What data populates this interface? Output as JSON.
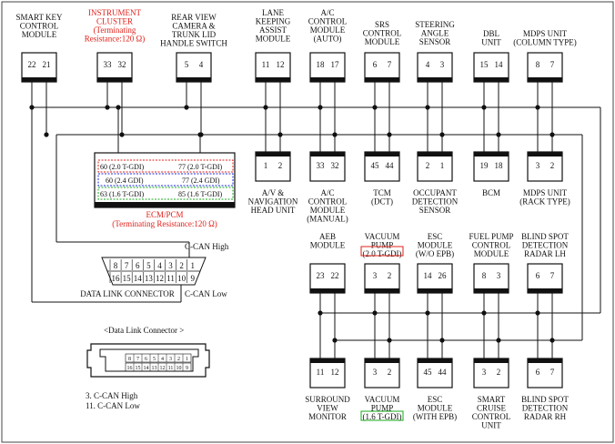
{
  "top_modules": [
    {
      "label_lines": [
        "SMART KEY",
        "CONTROL",
        "MODULE"
      ],
      "pins": [
        "22",
        "21"
      ]
    },
    {
      "label_lines": [
        "INSTRUMENT",
        "CLUSTER",
        "(Terminating",
        "Resistance:120  Ω)"
      ],
      "pins": [
        "33",
        "32"
      ]
    },
    {
      "label_lines": [
        "REAR VIEW",
        "CAMERA &",
        "TRUNK LID",
        "HANDLE SWITCH"
      ],
      "pins": [
        "5",
        "4"
      ]
    },
    {
      "label_lines": [
        "LANE",
        "KEEPING",
        "ASSIST",
        "MODULE"
      ],
      "pins": [
        "11",
        "12"
      ]
    },
    {
      "label_lines": [
        "A/C",
        "CONTROL",
        "MODULE",
        "(AUTO)"
      ],
      "pins": [
        "18",
        "17"
      ]
    },
    {
      "label_lines": [
        "SRS",
        "CONTROL",
        "MODULE"
      ],
      "pins": [
        "6",
        "7"
      ]
    },
    {
      "label_lines": [
        "STEERING",
        "ANGLE",
        "SENSOR"
      ],
      "pins": [
        "4",
        "3"
      ]
    },
    {
      "label_lines": [
        "DBL",
        "UNIT"
      ],
      "pins": [
        "15",
        "14"
      ]
    },
    {
      "label_lines": [
        "MDPS UNIT",
        "(COLUMN TYPE)"
      ],
      "pins": [
        "8",
        "7"
      ]
    }
  ],
  "mid_modules": [
    {
      "label_lines": [
        "A/V &",
        "NAVIGATION",
        "HEAD UNIT"
      ],
      "pins": [
        "1",
        "2"
      ]
    },
    {
      "label_lines": [
        "A/C",
        "CONTROL",
        "MODULE",
        "(MANUAL)"
      ],
      "pins": [
        "33",
        "32"
      ]
    },
    {
      "label_lines": [
        "TCM",
        "(DCT)"
      ],
      "pins": [
        "45",
        "44"
      ]
    },
    {
      "label_lines": [
        "OCCUPANT",
        "DETECTION",
        "SENSOR"
      ],
      "pins": [
        "2",
        "1"
      ]
    },
    {
      "label_lines": [
        "BCM"
      ],
      "pins": [
        "19",
        "18"
      ]
    },
    {
      "label_lines": [
        "MDPS UNIT",
        "(RACK TYPE)"
      ],
      "pins": [
        "3",
        "2"
      ]
    }
  ],
  "ecm": {
    "rows": [
      {
        "left": "60 (2.0 T-GDI)",
        "right": "77 (2.0 T-GDI)",
        "color": "#e0201a"
      },
      {
        "left": "60 (2.4 GDI)",
        "right": "77 (2.4 GDI)",
        "color": "#1a2be0"
      },
      {
        "left": "63 (1.6 T-GDI)",
        "right": "85 (1.6 T-GDI)",
        "color": "#19a81c"
      }
    ],
    "label_lines": [
      "ECM/PCM",
      "(Terminating Resistance:120    Ω)"
    ]
  },
  "lower_top_modules": [
    {
      "label_lines": [
        "AEB",
        "MODULE"
      ],
      "pins": [
        "23",
        "22"
      ]
    },
    {
      "label_lines": [
        "VACUUM",
        "PUMP",
        "(2.0 T-GDI)"
      ],
      "pins": [
        "3",
        "2"
      ]
    },
    {
      "label_lines": [
        "ESC",
        "MODULE",
        "(W/O EPB)"
      ],
      "pins": [
        "14",
        "26"
      ]
    },
    {
      "label_lines": [
        "FUEL PUMP",
        "CONTROL",
        "MODULE"
      ],
      "pins": [
        "8",
        "3"
      ]
    },
    {
      "label_lines": [
        "BLIND SPOT",
        "DETECTION",
        "RADAR LH"
      ],
      "pins": [
        "6",
        "7"
      ]
    }
  ],
  "lower_bottom_modules": [
    {
      "label_lines": [
        "SURROUND",
        "VIEW",
        "MONITOR"
      ],
      "pins": [
        "11",
        "12"
      ]
    },
    {
      "label_lines": [
        "VACUUM",
        "PUMP",
        "(1.6 T-GDI)"
      ],
      "pins": [
        "3",
        "2"
      ]
    },
    {
      "label_lines": [
        "ESC",
        "MODULE",
        "(WITH EPB)"
      ],
      "pins": [
        "45",
        "44"
      ]
    },
    {
      "label_lines": [
        "SMART",
        "CRUISE",
        "CONTROL",
        "UNIT"
      ],
      "pins": [
        "3",
        "2"
      ]
    },
    {
      "label_lines": [
        "BLIND SPOT",
        "DETECTION",
        "RADAR RH"
      ],
      "pins": [
        "6",
        "7"
      ]
    }
  ],
  "dlc": {
    "top_pins": [
      "8",
      "7",
      "6",
      "5",
      "4",
      "3",
      "2",
      "1"
    ],
    "bottom_pins": [
      "16",
      "15",
      "14",
      "13",
      "12",
      "11",
      "10",
      "9"
    ],
    "label": "DATA LINK CONNECTOR",
    "can_high": "C-CAN High",
    "can_low": "C-CAN Low"
  },
  "legend": {
    "title": "<Data Link Connector  >",
    "notes": [
      "3. C-CAN High",
      "11. C-CAN Low"
    ]
  },
  "colors": {
    "line": "#111111",
    "red": "#e0201a",
    "blue": "#1a2be0",
    "green": "#19a81c"
  }
}
